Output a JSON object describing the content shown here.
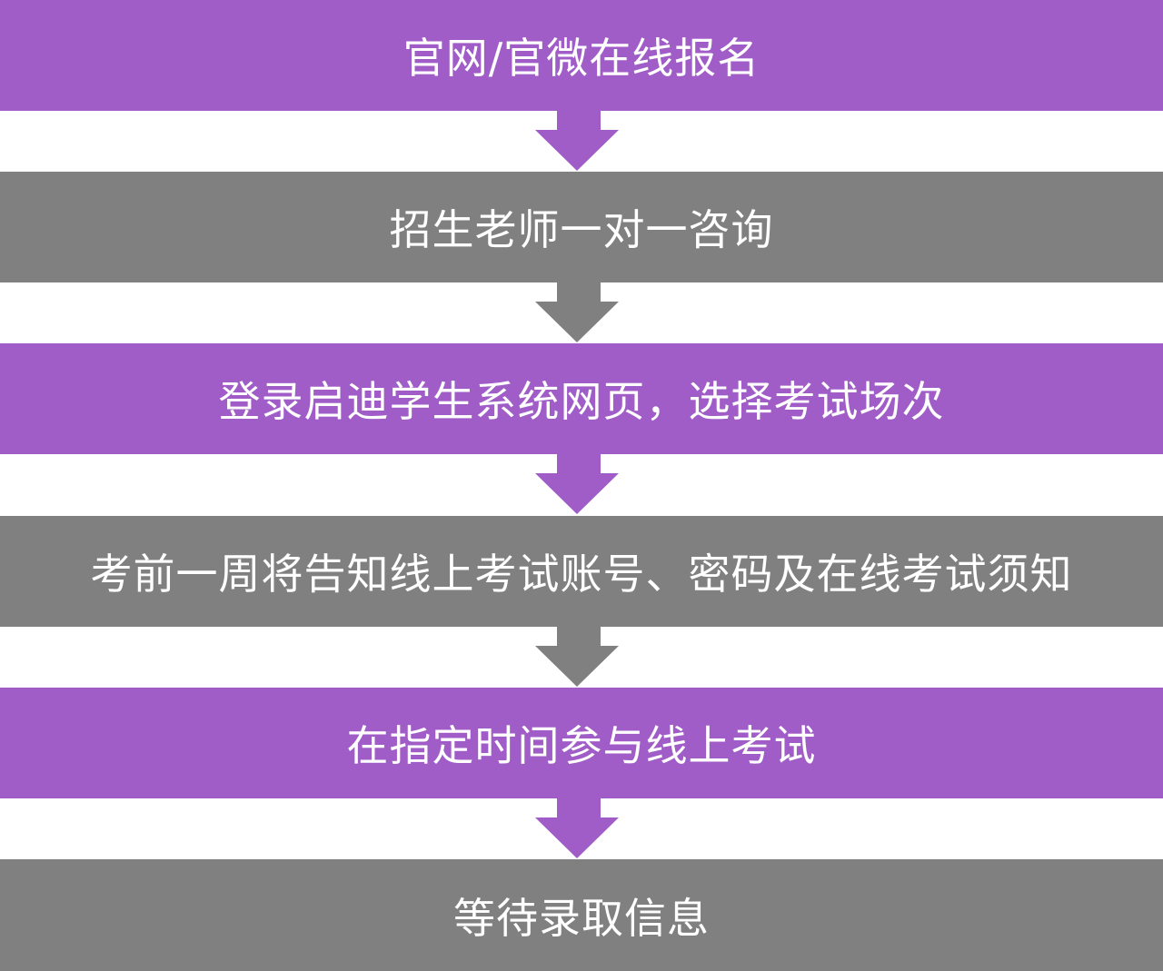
{
  "colors": {
    "purple": "#a05cc7",
    "gray": "#808080"
  },
  "steps": [
    {
      "label": "官网/官微在线报名",
      "color": "purple"
    },
    {
      "label": "招生老师一对一咨询",
      "color": "gray"
    },
    {
      "label": "登录启迪学生系统网页，选择考试场次",
      "color": "purple"
    },
    {
      "label": "考前一周将告知线上考试账号、密码及在线考试须知",
      "color": "gray"
    },
    {
      "label": "在指定时间参与线上考试",
      "color": "purple"
    },
    {
      "label": "等待录取信息",
      "color": "gray"
    }
  ]
}
